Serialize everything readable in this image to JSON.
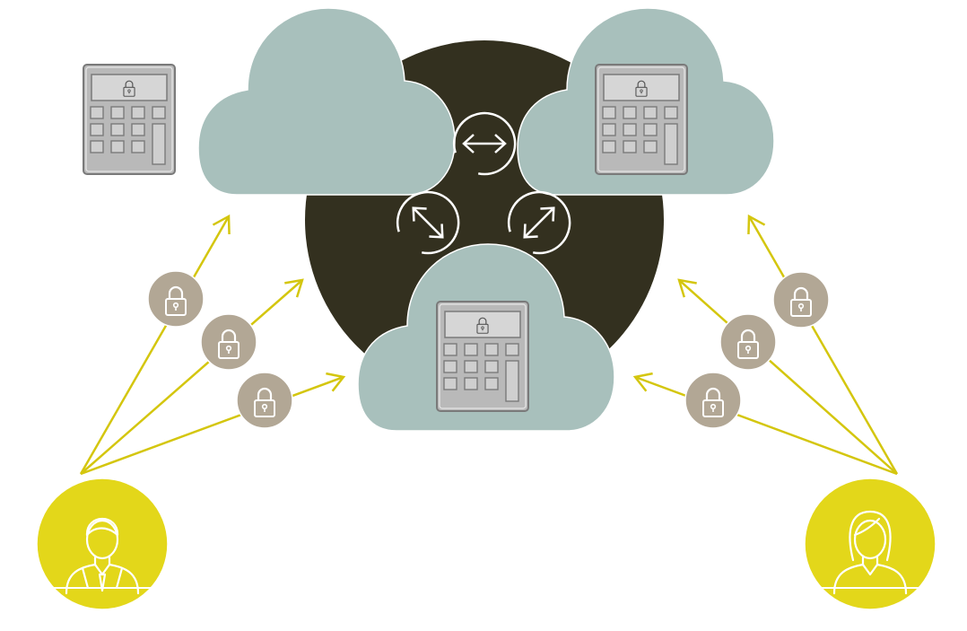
{
  "colors": {
    "background": "#ffffff",
    "hub": "#33301f",
    "cloud": "#a8c0bc",
    "cloud_stroke": "#ffffff",
    "device_body": "#b9b9b9",
    "device_screen": "#d6d6d6",
    "device_dark": "#7a7a7a",
    "arrow": "#d4c60e",
    "lock_badge": "#b2a795",
    "user_badge": "#e3d71a",
    "white": "#ffffff"
  },
  "diagram": {
    "clouds": [
      {
        "name": "cloud-top-left",
        "icon": "secure-hsm-icon"
      },
      {
        "name": "cloud-top-right",
        "icon": "secure-hsm-icon"
      },
      {
        "name": "cloud-bottom-center",
        "icon": "secure-hsm-icon"
      }
    ],
    "sync_links": [
      {
        "name": "sync-horizontal-icon",
        "icon": "bidirectional-arrow-icon"
      },
      {
        "name": "sync-diagonal-left-icon",
        "icon": "bidirectional-arrow-icon"
      },
      {
        "name": "sync-diagonal-right-icon",
        "icon": "bidirectional-arrow-icon"
      }
    ],
    "users": [
      {
        "name": "user-male",
        "icon": "male-user-icon"
      },
      {
        "name": "user-female",
        "icon": "female-user-icon"
      }
    ],
    "encrypted_channels": {
      "left_count": 3,
      "right_count": 3,
      "badge_icon": "padlock-icon"
    }
  }
}
